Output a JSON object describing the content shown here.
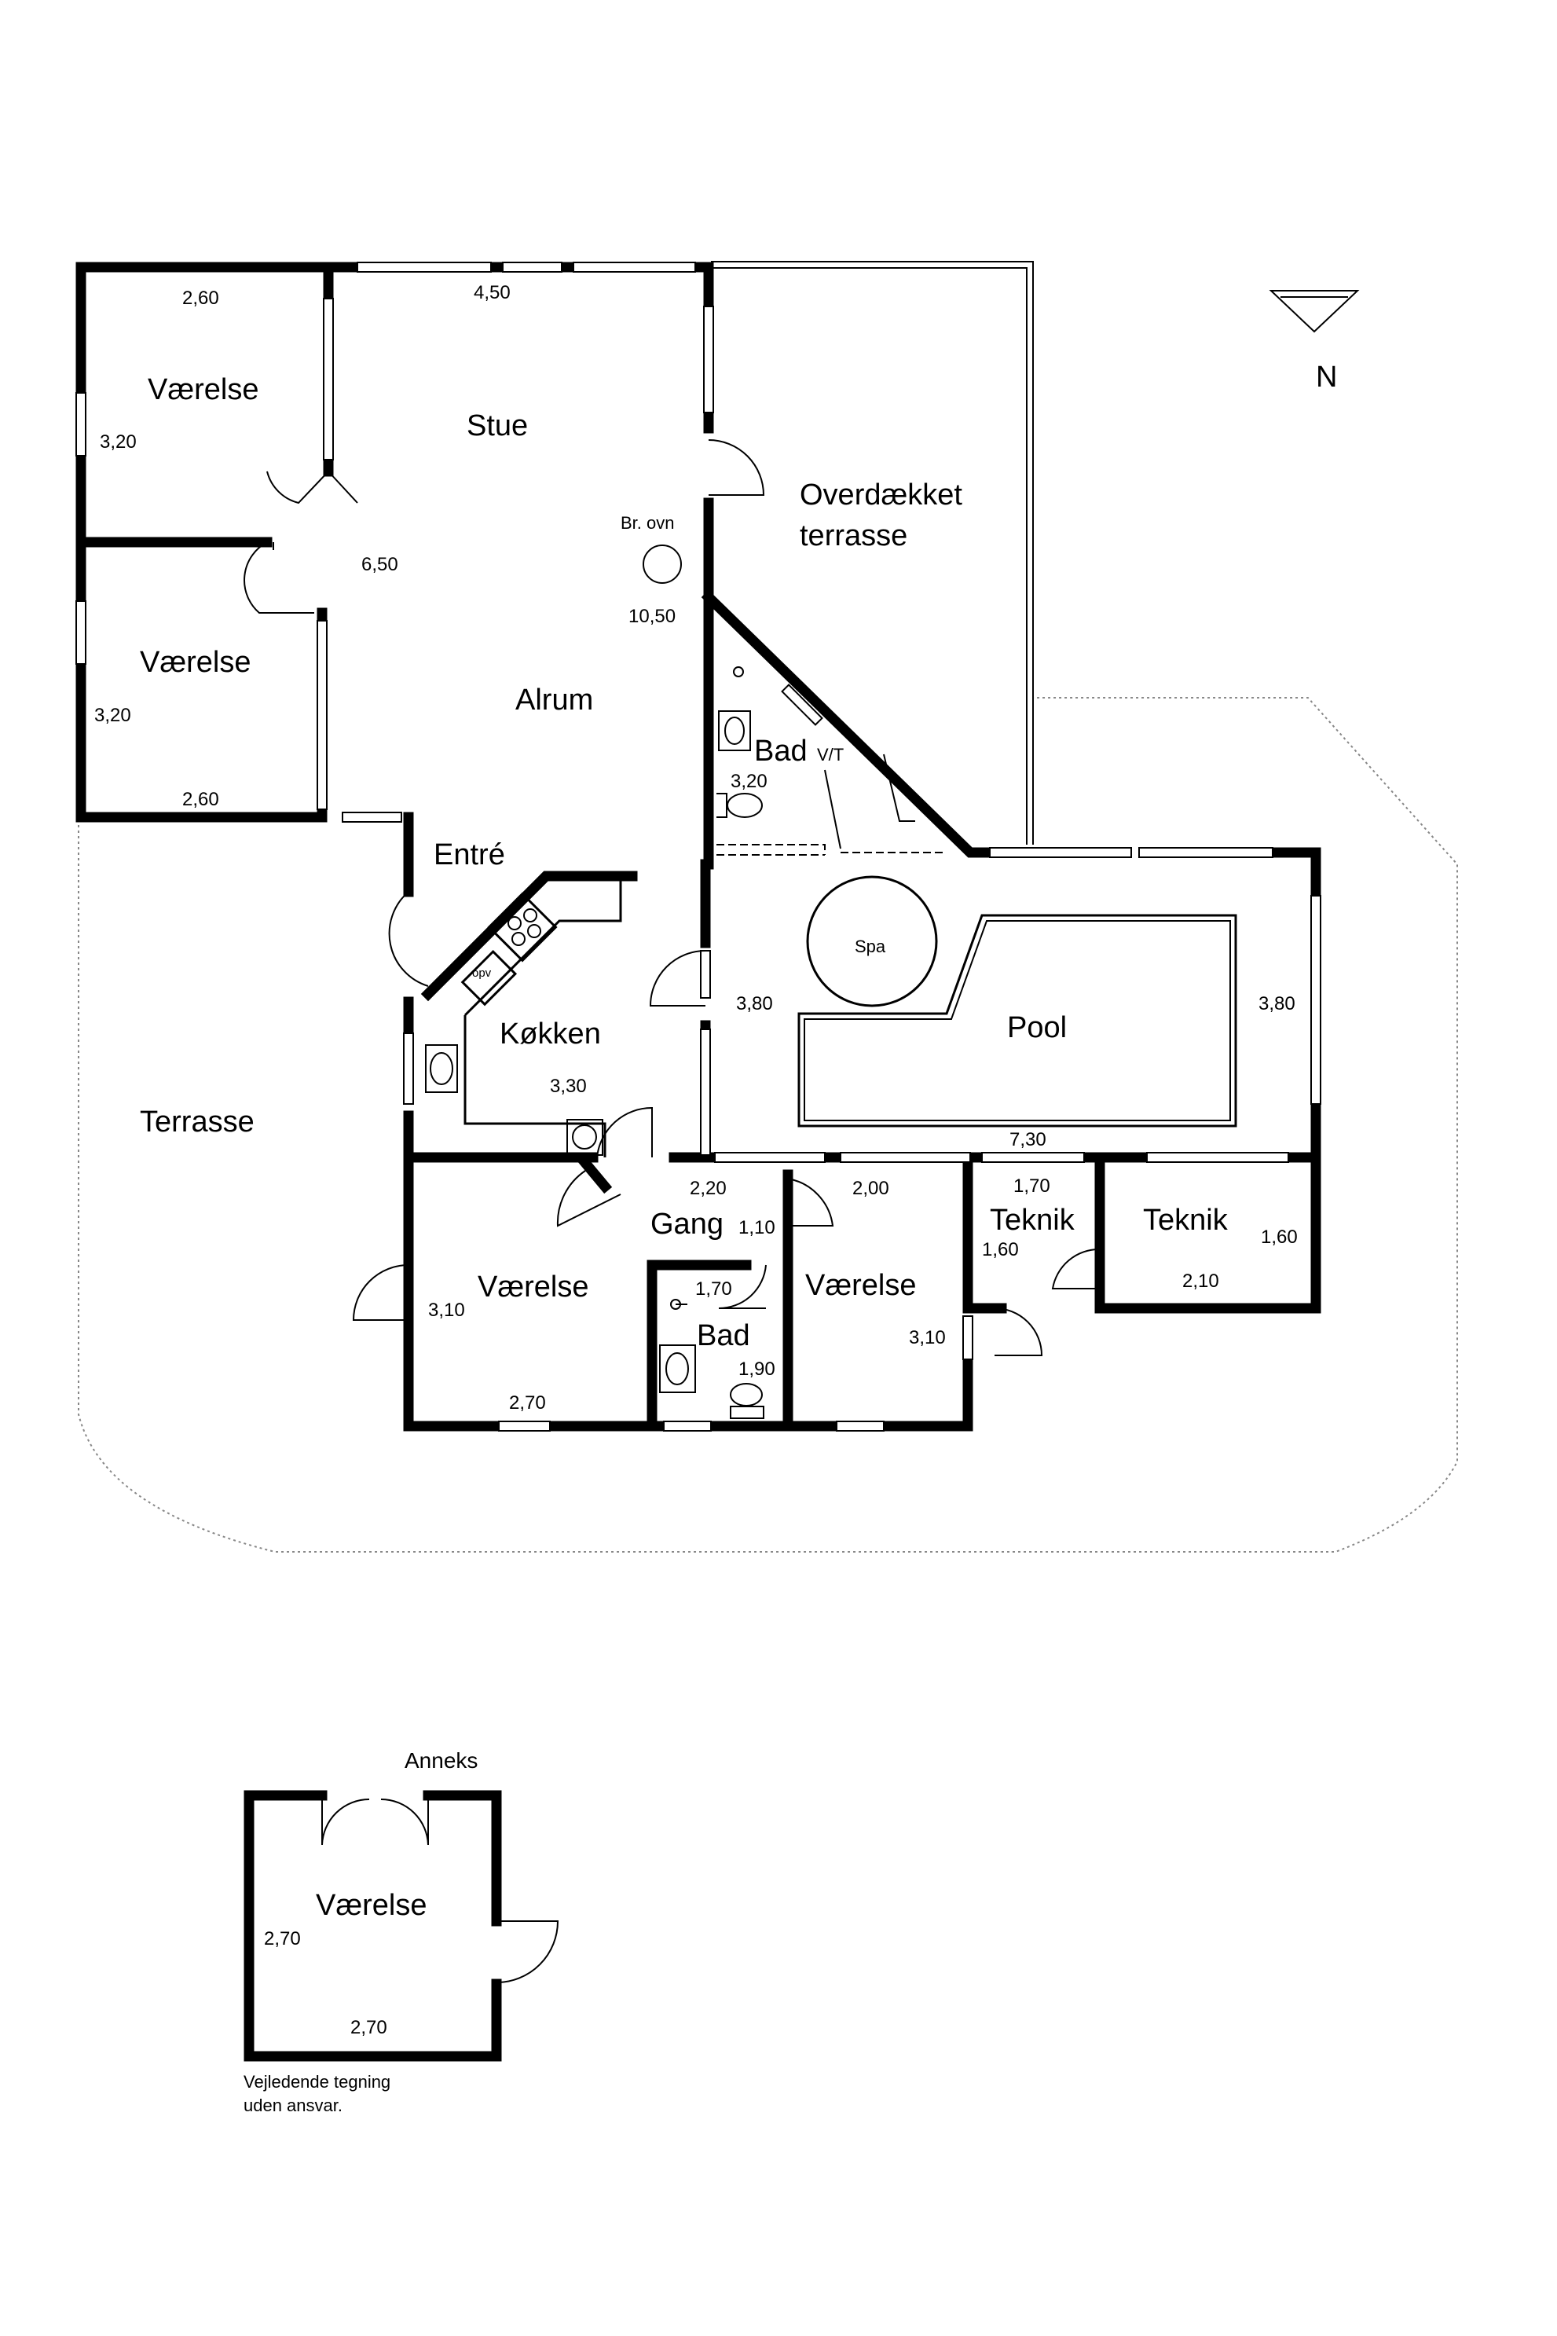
{
  "plan": {
    "rooms": {
      "vaerelse_nw": "Værelse",
      "vaerelse_w": "Værelse",
      "stue": "Stue",
      "overdaekket_1": "Overdækket",
      "overdaekket_2": "terrasse",
      "br_ovn": "Br. ovn",
      "alrum": "Alrum",
      "bad_north": "Bad",
      "vt": "V/T",
      "entre": "Entré",
      "spa": "Spa",
      "pool": "Pool",
      "opv": "opv",
      "kokken": "Køkken",
      "terrasse": "Terrasse",
      "gang": "Gang",
      "vaerelse_sw": "Værelse",
      "bad_south": "Bad",
      "vaerelse_s": "Værelse",
      "teknik_1": "Teknik",
      "teknik_2": "Teknik"
    },
    "dimensions": {
      "nw_top": "2,60",
      "nw_side": "3,20",
      "w_side": "3,20",
      "w_bottom": "2,60",
      "stue_top": "4,50",
      "stue_side": "6,50",
      "alrum_side": "10,50",
      "bad_north": "3,20",
      "kokken_side": "3,80",
      "kokken_bottom": "3,30",
      "pool_side": "3,80",
      "pool_bottom": "7,30",
      "gang_top": "2,20",
      "gang_side": "1,10",
      "bad_south_top": "1,70",
      "bad_south_side": "1,90",
      "vaerelse_sw_side": "3,10",
      "vaerelse_sw_bottom": "2,70",
      "vaerelse_s_top": "2,00",
      "vaerelse_s_side": "3,10",
      "teknik1_top": "1,70",
      "teknik1_side": "1,60",
      "teknik2_side": "1,60",
      "teknik2_bottom": "2,10"
    },
    "north": "N"
  },
  "annex": {
    "title": "Anneks",
    "room": "Værelse",
    "dim_side": "2,70",
    "dim_bottom": "2,70"
  },
  "disclaimer": {
    "line1": "Vejledende tegning",
    "line2": "uden ansvar."
  }
}
